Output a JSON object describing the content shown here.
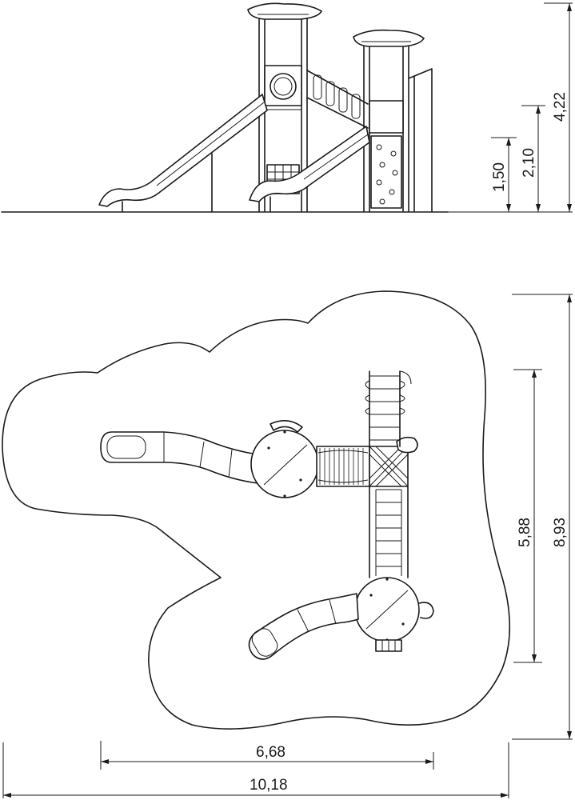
{
  "dimensions": {
    "height_total": "4,22",
    "height_mid": "2,10",
    "height_low": "1,50",
    "depth_inner": "5,88",
    "depth_total": "8,93",
    "width_inner": "6,68",
    "width_total": "10,18"
  },
  "colors": {
    "line": "#1a1a1a",
    "background": "#ffffff"
  }
}
